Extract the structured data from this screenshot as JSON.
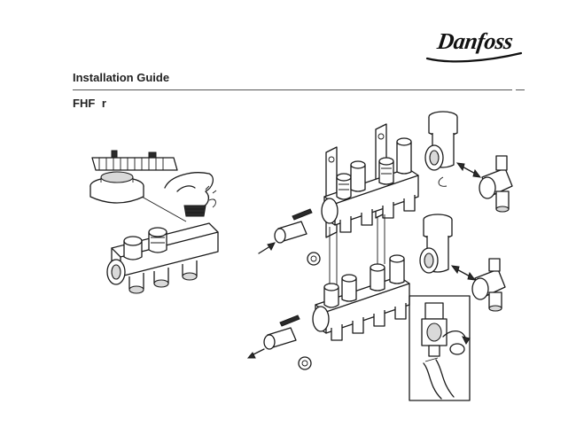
{
  "brand": {
    "logo_text": "Danfoss"
  },
  "header": {
    "title": "Installation Guide",
    "subtitle": "FHF r"
  },
  "illustration": {
    "left_figure": "manifold-with-actuator-detail",
    "right_figure": "exploded-manifold-assembly"
  }
}
